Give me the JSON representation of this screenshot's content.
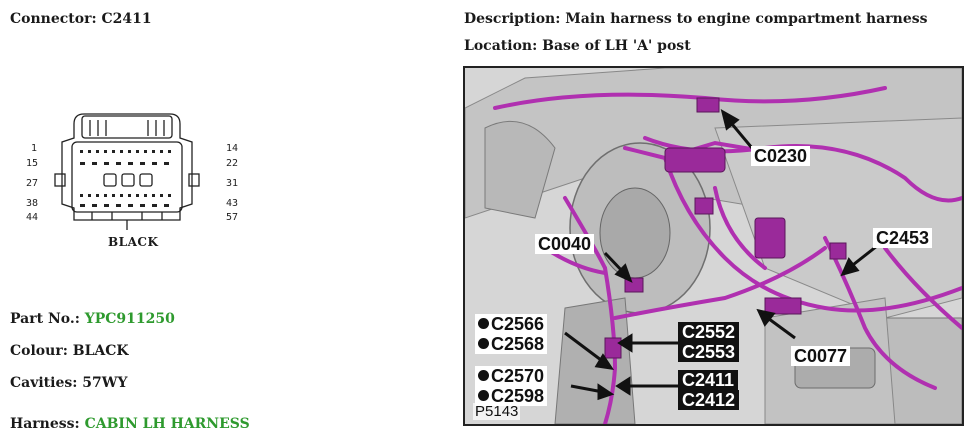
{
  "connector": {
    "label": "Connector:",
    "id": "C2411",
    "caption": "BLACK",
    "pins_left": [
      "1",
      "15",
      "27",
      "38",
      "44"
    ],
    "pins_right": [
      "14",
      "22",
      "31",
      "43",
      "57"
    ]
  },
  "description": {
    "label": "Description:",
    "value": "Main harness to engine compartment harness"
  },
  "location": {
    "label": "Location:",
    "value": "Base of LH 'A' post"
  },
  "part": {
    "label": "Part No.:",
    "value": "YPC911250"
  },
  "colour": {
    "label": "Colour:",
    "value": "BLACK"
  },
  "cavities": {
    "label": "Cavities:",
    "value": "57WY"
  },
  "harness": {
    "label": "Harness:",
    "value": "CABIN LH HARNESS"
  },
  "photo": {
    "ref": "P5143",
    "callouts": {
      "c0230": "C0230",
      "c0040": "C0040",
      "c2453": "C2453",
      "c2566": "C2566",
      "c2568": "C2568",
      "c2552": "C2552",
      "c2553": "C2553",
      "c0077": "C0077",
      "c2570": "C2570",
      "c2598": "C2598",
      "c2411": "C2411",
      "c2412": "C2412"
    }
  },
  "colors": {
    "harness": "#b030b0",
    "link": "#2e9a2e",
    "background": "#d9d9d9"
  }
}
